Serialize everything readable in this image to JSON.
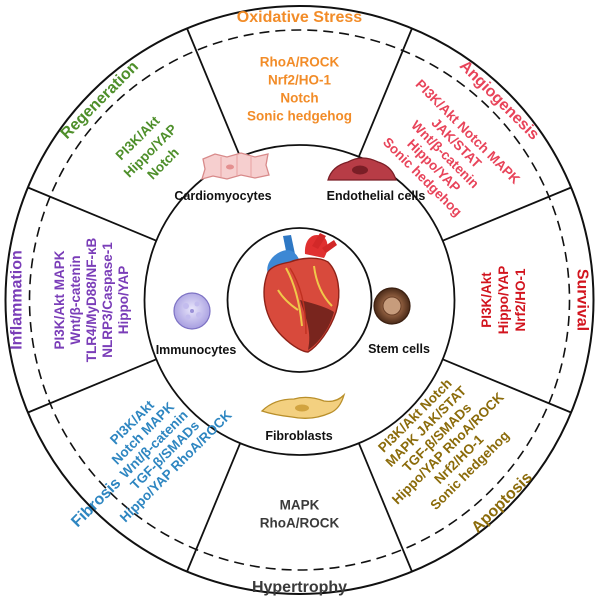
{
  "segments": [
    {
      "id": "oxidative-stress",
      "title": "Oxidative Stress",
      "color": "#F28C28",
      "pathways": [
        "RhoA/ROCK",
        "Nrf2/HO-1",
        "Notch",
        "Sonic hedgehog"
      ]
    },
    {
      "id": "angiogenesis",
      "title": "Angiogenesis",
      "color": "#E8445A",
      "pathways": [
        "PI3K/Akt   Notch   MAPK",
        "JAK/STAT",
        "Wnt/β-catenin",
        "Hippo/YAP",
        "Sonic hedgehog"
      ]
    },
    {
      "id": "survival",
      "title": "Survival",
      "color": "#D2141E",
      "pathways": [
        "PI3K/Akt",
        "Hippo/YAP",
        "Nrf2/HO-1"
      ]
    },
    {
      "id": "apoptosis",
      "title": "Apoptosis",
      "color": "#8B6B0A",
      "pathways": [
        "PI3K/Akt   Notch",
        "MAPK   JAK/STAT",
        "TGF-β/SMADs",
        "Hippo/YAP   RhoA/ROCK",
        "Nrf2/HO-1",
        "Sonic hedgehog"
      ]
    },
    {
      "id": "hypertrophy",
      "title": "Hypertrophy",
      "color": "#3A3A3A",
      "pathways": [
        "MAPK",
        "RhoA/ROCK"
      ]
    },
    {
      "id": "fibrosis",
      "title": "Fibrosis",
      "color": "#2E86C1",
      "pathways": [
        "PI3K/Akt",
        "Notch   MAPK",
        "Wnt/β-catenin",
        "TGF-β/SMADs",
        "Hippo/YAP   RhoA/ROCK"
      ]
    },
    {
      "id": "inflammation",
      "title": "Inflammation",
      "color": "#7A3DB8",
      "pathways": [
        "PI3K/Akt   MAPK",
        "Wnt/β-catenin",
        "TLR4/MyD88/NF-κB",
        "NLRP3/Caspase-1",
        "Hippo/YAP"
      ]
    },
    {
      "id": "regeneration",
      "title": "Regeneration",
      "color": "#4E8F2A",
      "pathways": [
        "PI3K/Akt",
        "Hippo/YAP",
        "Notch"
      ]
    }
  ],
  "cells": [
    {
      "id": "cardiomyocytes",
      "label": "Cardiomyocytes"
    },
    {
      "id": "endothelial-cells",
      "label": "Endothelial cells"
    },
    {
      "id": "stem-cells",
      "label": "Stem cells"
    },
    {
      "id": "fibroblasts",
      "label": "Fibroblasts"
    },
    {
      "id": "immunocytes",
      "label": "Immunocytes"
    }
  ],
  "center": {
    "icon": "heart-icon"
  }
}
